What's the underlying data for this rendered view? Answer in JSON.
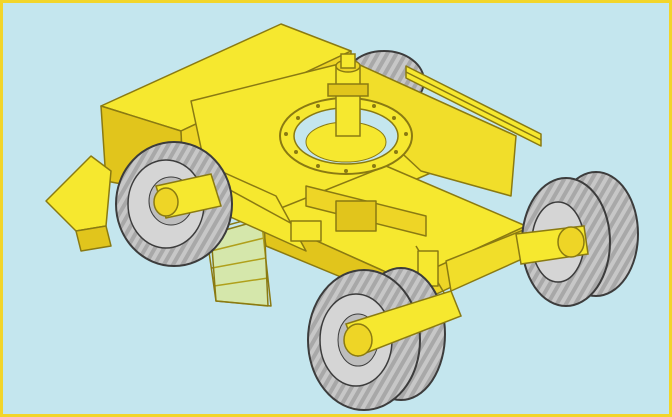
{
  "image": {
    "subject": "yellow-wheeled-undercarriage",
    "colors": {
      "background": "#c4e6ee",
      "frame": "#f2d52a",
      "body_yellow": "#f6e82f",
      "body_shadow": "#e1c51c",
      "outline": "#8a7a12",
      "tire": "#c7c7c7",
      "tire_dark": "#8f8f8f",
      "tire_outline": "#3c3c3c"
    },
    "icons": [
      "tire-icon",
      "turntable-ring",
      "fifth-wheel-kingpin"
    ]
  }
}
